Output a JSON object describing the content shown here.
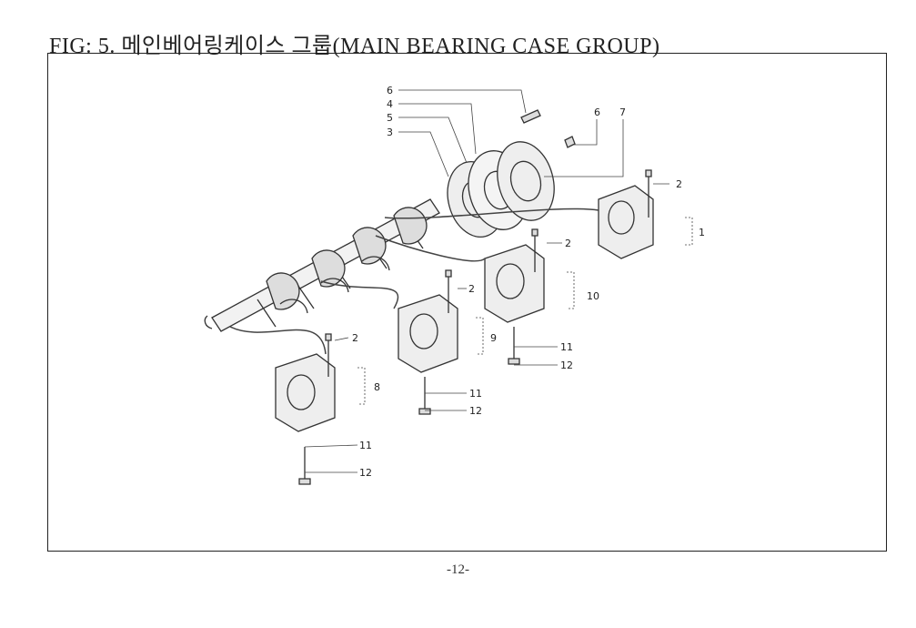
{
  "figure": {
    "title": "FIG: 5. 메인베어링케이스 그룹(MAIN BEARING CASE GROUP)",
    "page_number": "-12-"
  },
  "callouts": [
    {
      "id": "c-6a",
      "label": "6"
    },
    {
      "id": "c-4",
      "label": "4"
    },
    {
      "id": "c-5",
      "label": "5"
    },
    {
      "id": "c-3",
      "label": "3"
    },
    {
      "id": "c-6b",
      "label": "6"
    },
    {
      "id": "c-7",
      "label": "7"
    },
    {
      "id": "c-2a",
      "label": "2"
    },
    {
      "id": "c-1",
      "label": "1"
    },
    {
      "id": "c-2b",
      "label": "2"
    },
    {
      "id": "c-10",
      "label": "10"
    },
    {
      "id": "c-2c",
      "label": "2"
    },
    {
      "id": "c-9",
      "label": "9"
    },
    {
      "id": "c-11a",
      "label": "11"
    },
    {
      "id": "c-12a",
      "label": "12"
    },
    {
      "id": "c-2d",
      "label": "2"
    },
    {
      "id": "c-8",
      "label": "8"
    },
    {
      "id": "c-11b",
      "label": "11"
    },
    {
      "id": "c-12b",
      "label": "12"
    },
    {
      "id": "c-11c",
      "label": "11"
    },
    {
      "id": "c-12c",
      "label": "12"
    }
  ]
}
